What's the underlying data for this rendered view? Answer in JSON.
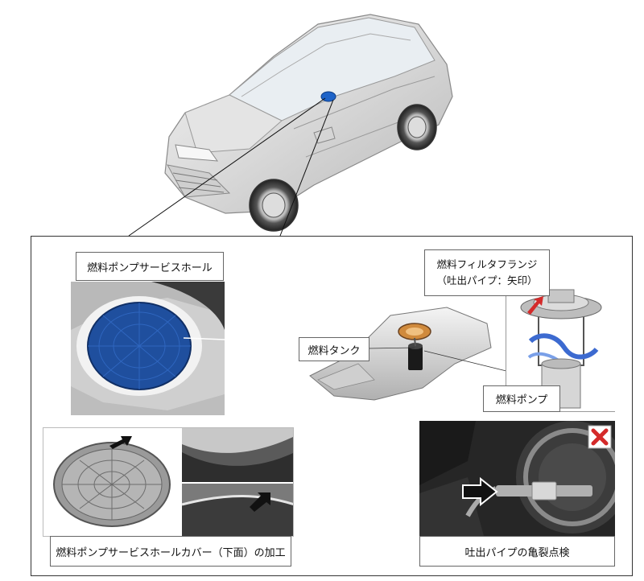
{
  "labels": {
    "service_hole": "燃料ポンプサービスホール",
    "filter_flange_line1": "燃料フィルタフランジ",
    "filter_flange_line2": "（吐出パイプ：矢印）",
    "fuel_tank": "燃料タンク",
    "fuel_pump": "燃料ポンプ",
    "cover_processing": "燃料ポンプサービスホールカバー（下面）の加工",
    "pipe_inspection": "吐出パイプの亀裂点検"
  },
  "icons": {
    "highlight_marker": "blue-dot-icon",
    "prohibited": "red-x-icon",
    "arrow": "black-arrow-icon"
  },
  "colors": {
    "service_cover_blue": "#1f4f9e",
    "marker_blue": "#1e63c8",
    "prohibited_red": "#d42a2a",
    "frame": "#333333"
  }
}
